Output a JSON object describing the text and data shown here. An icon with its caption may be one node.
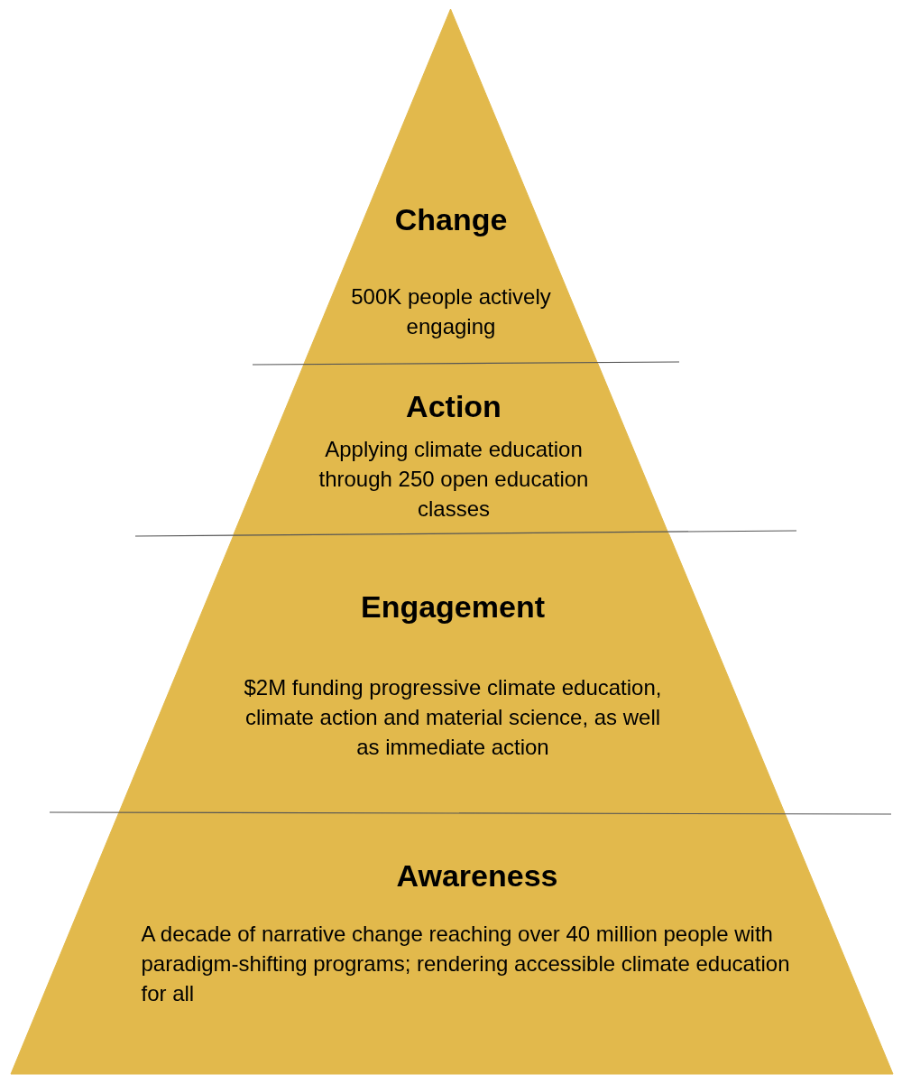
{
  "diagram": {
    "nodes": [
      {
        "text": [
          "Change",
          "500K people actively engaging"
        ]
      },
      {
        "text": [
          "Action",
          "Applying climate education through 250 open education classes"
        ]
      },
      {
        "text": [
          "Engagement",
          "$2M funding progressive climate education, climate action and material science, as well as immediate action"
        ]
      },
      {
        "text": [
          "Awareness",
          "A decade of narrative change reaching over 40 million people with paradigm-shifting programs; rendering accessible climate education for all"
        ]
      }
    ],
    "edges": []
  }
}
